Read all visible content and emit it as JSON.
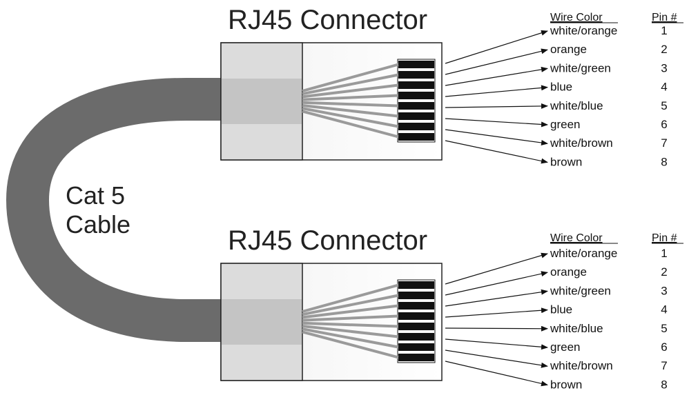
{
  "cable_label_line1": "Cat 5",
  "cable_label_line2": "Cable",
  "colors": {
    "cable": "#6b6b6b",
    "connector_fill": "#e4e4e4",
    "connector_inner": "#c8c8c8",
    "wire": "#9a9a9a",
    "pin_block": "#111111",
    "arrow": "#111111"
  },
  "connectors": [
    {
      "title": "RJ45 Connector",
      "header_color": "Wire Color",
      "header_pin": "Pin #",
      "wires": [
        {
          "color": "white/orange",
          "pin": "1"
        },
        {
          "color": "orange",
          "pin": "2"
        },
        {
          "color": "white/green",
          "pin": "3"
        },
        {
          "color": "blue",
          "pin": "4"
        },
        {
          "color": "white/blue",
          "pin": "5"
        },
        {
          "color": "green",
          "pin": "6"
        },
        {
          "color": "white/brown",
          "pin": "7"
        },
        {
          "color": "brown",
          "pin": "8"
        }
      ]
    },
    {
      "title": "RJ45 Connector",
      "header_color": "Wire Color",
      "header_pin": "Pin #",
      "wires": [
        {
          "color": "white/orange",
          "pin": "1"
        },
        {
          "color": "orange",
          "pin": "2"
        },
        {
          "color": "white/green",
          "pin": "3"
        },
        {
          "color": "blue",
          "pin": "4"
        },
        {
          "color": "white/blue",
          "pin": "5"
        },
        {
          "color": "green",
          "pin": "6"
        },
        {
          "color": "white/brown",
          "pin": "7"
        },
        {
          "color": "brown",
          "pin": "8"
        }
      ]
    }
  ]
}
